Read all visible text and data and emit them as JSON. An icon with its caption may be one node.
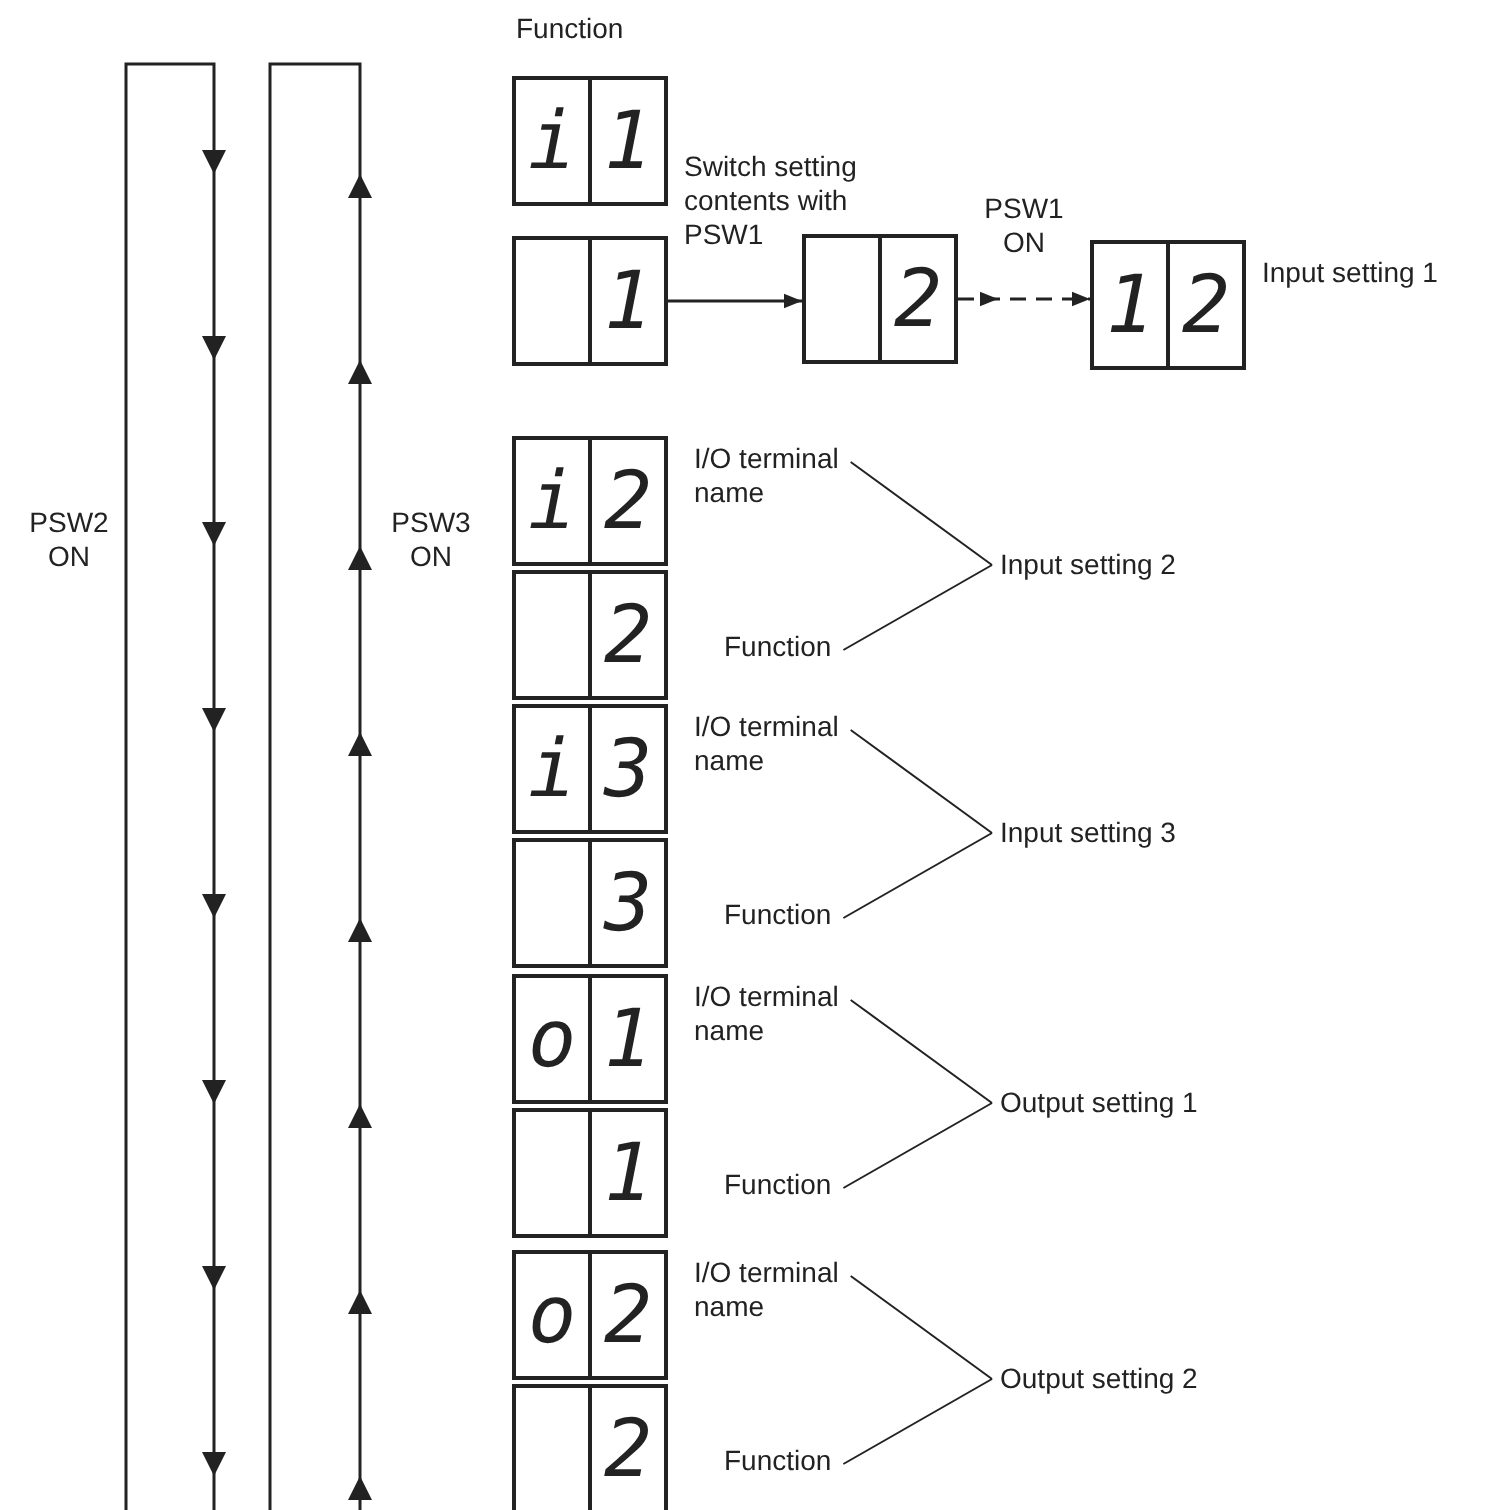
{
  "diagram": {
    "nodes": [
      {
        "text": [
          "i",
          "1"
        ]
      },
      {
        "text": [
          "1"
        ]
      },
      {
        "text": [
          "2"
        ]
      },
      {
        "text": [
          "1",
          "2"
        ],
        "beside": [
          "Input setting 1"
        ]
      },
      {
        "text": [
          "i",
          "2"
        ]
      },
      {
        "text": [
          "I/O terminal name"
        ]
      },
      {
        "text": [
          "Input setting 2"
        ]
      },
      {
        "text": [
          "2"
        ]
      },
      {
        "text": [
          "Function"
        ]
      },
      {
        "text": [
          "i",
          "3"
        ]
      },
      {
        "text": [
          "I/O terminal name"
        ]
      },
      {
        "text": [
          "Input setting 3"
        ]
      },
      {
        "text": [
          "3"
        ]
      },
      {
        "text": [
          "Function"
        ]
      },
      {
        "text": [
          "o",
          "1"
        ]
      },
      {
        "text": [
          "I/O terminal name"
        ]
      },
      {
        "text": [
          "Output setting 1"
        ]
      },
      {
        "text": [
          "1"
        ]
      },
      {
        "text": [
          "Function"
        ]
      },
      {
        "text": [
          "o",
          "2"
        ]
      },
      {
        "text": [
          "I/O terminal name"
        ]
      },
      {
        "text": [
          "Output setting 2"
        ]
      },
      {
        "text": [
          "2"
        ]
      },
      {
        "text": [
          "Function"
        ]
      }
    ],
    "edges": [
      {
        "from": 1,
        "to": 2,
        "arrow": "to"
      },
      {
        "from": 2,
        "to": 3,
        "arrow": "to",
        "style": "dashed",
        "label": "PSW1 ON"
      },
      {
        "from": 5,
        "to": 6,
        "arrow": "none"
      },
      {
        "from": 8,
        "to": 6,
        "arrow": "none"
      },
      {
        "from": 10,
        "to": 11,
        "arrow": "none"
      },
      {
        "from": 13,
        "to": 11,
        "arrow": "none"
      },
      {
        "from": 15,
        "to": 16,
        "arrow": "none"
      },
      {
        "from": 18,
        "to": 16,
        "arrow": "none"
      },
      {
        "from": 20,
        "to": 21,
        "arrow": "none"
      },
      {
        "from": 23,
        "to": 21,
        "arrow": "none"
      }
    ],
    "labels": [
      "Function",
      "Switch setting contents with PSW1",
      "PSW2 ON",
      "PSW3 ON"
    ]
  }
}
